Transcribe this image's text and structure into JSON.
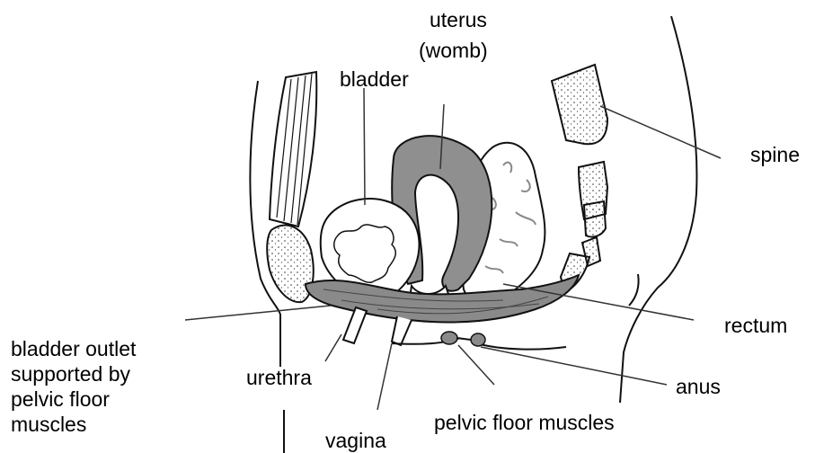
{
  "labels": {
    "uterus": "uterus",
    "womb": "(womb)",
    "bladder": "bladder",
    "spine": "spine",
    "rectum": "rectum",
    "anus": "anus",
    "urethra": "urethra",
    "vagina": "vagina",
    "pelvic_floor_muscles": "pelvic floor muscles",
    "outlet_line1": "bladder outlet",
    "outlet_line2": "supported by",
    "outlet_line3": "pelvic floor",
    "outlet_line4": "muscles"
  },
  "colors": {
    "stroke": "#111111",
    "uterus_fill": "#8f8f8f",
    "muscle_fill": "#8a8a8a",
    "bone_fill": "#ffffff",
    "background": "#ffffff"
  }
}
